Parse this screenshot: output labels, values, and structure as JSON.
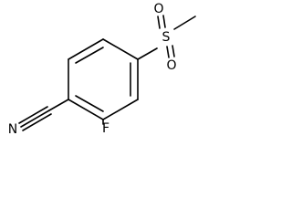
{
  "structure": {
    "atoms": {
      "nitrile_n": "N",
      "fluorine": "F",
      "sulfur": "S",
      "oxygen_1": "O",
      "oxygen_2": "O"
    }
  }
}
